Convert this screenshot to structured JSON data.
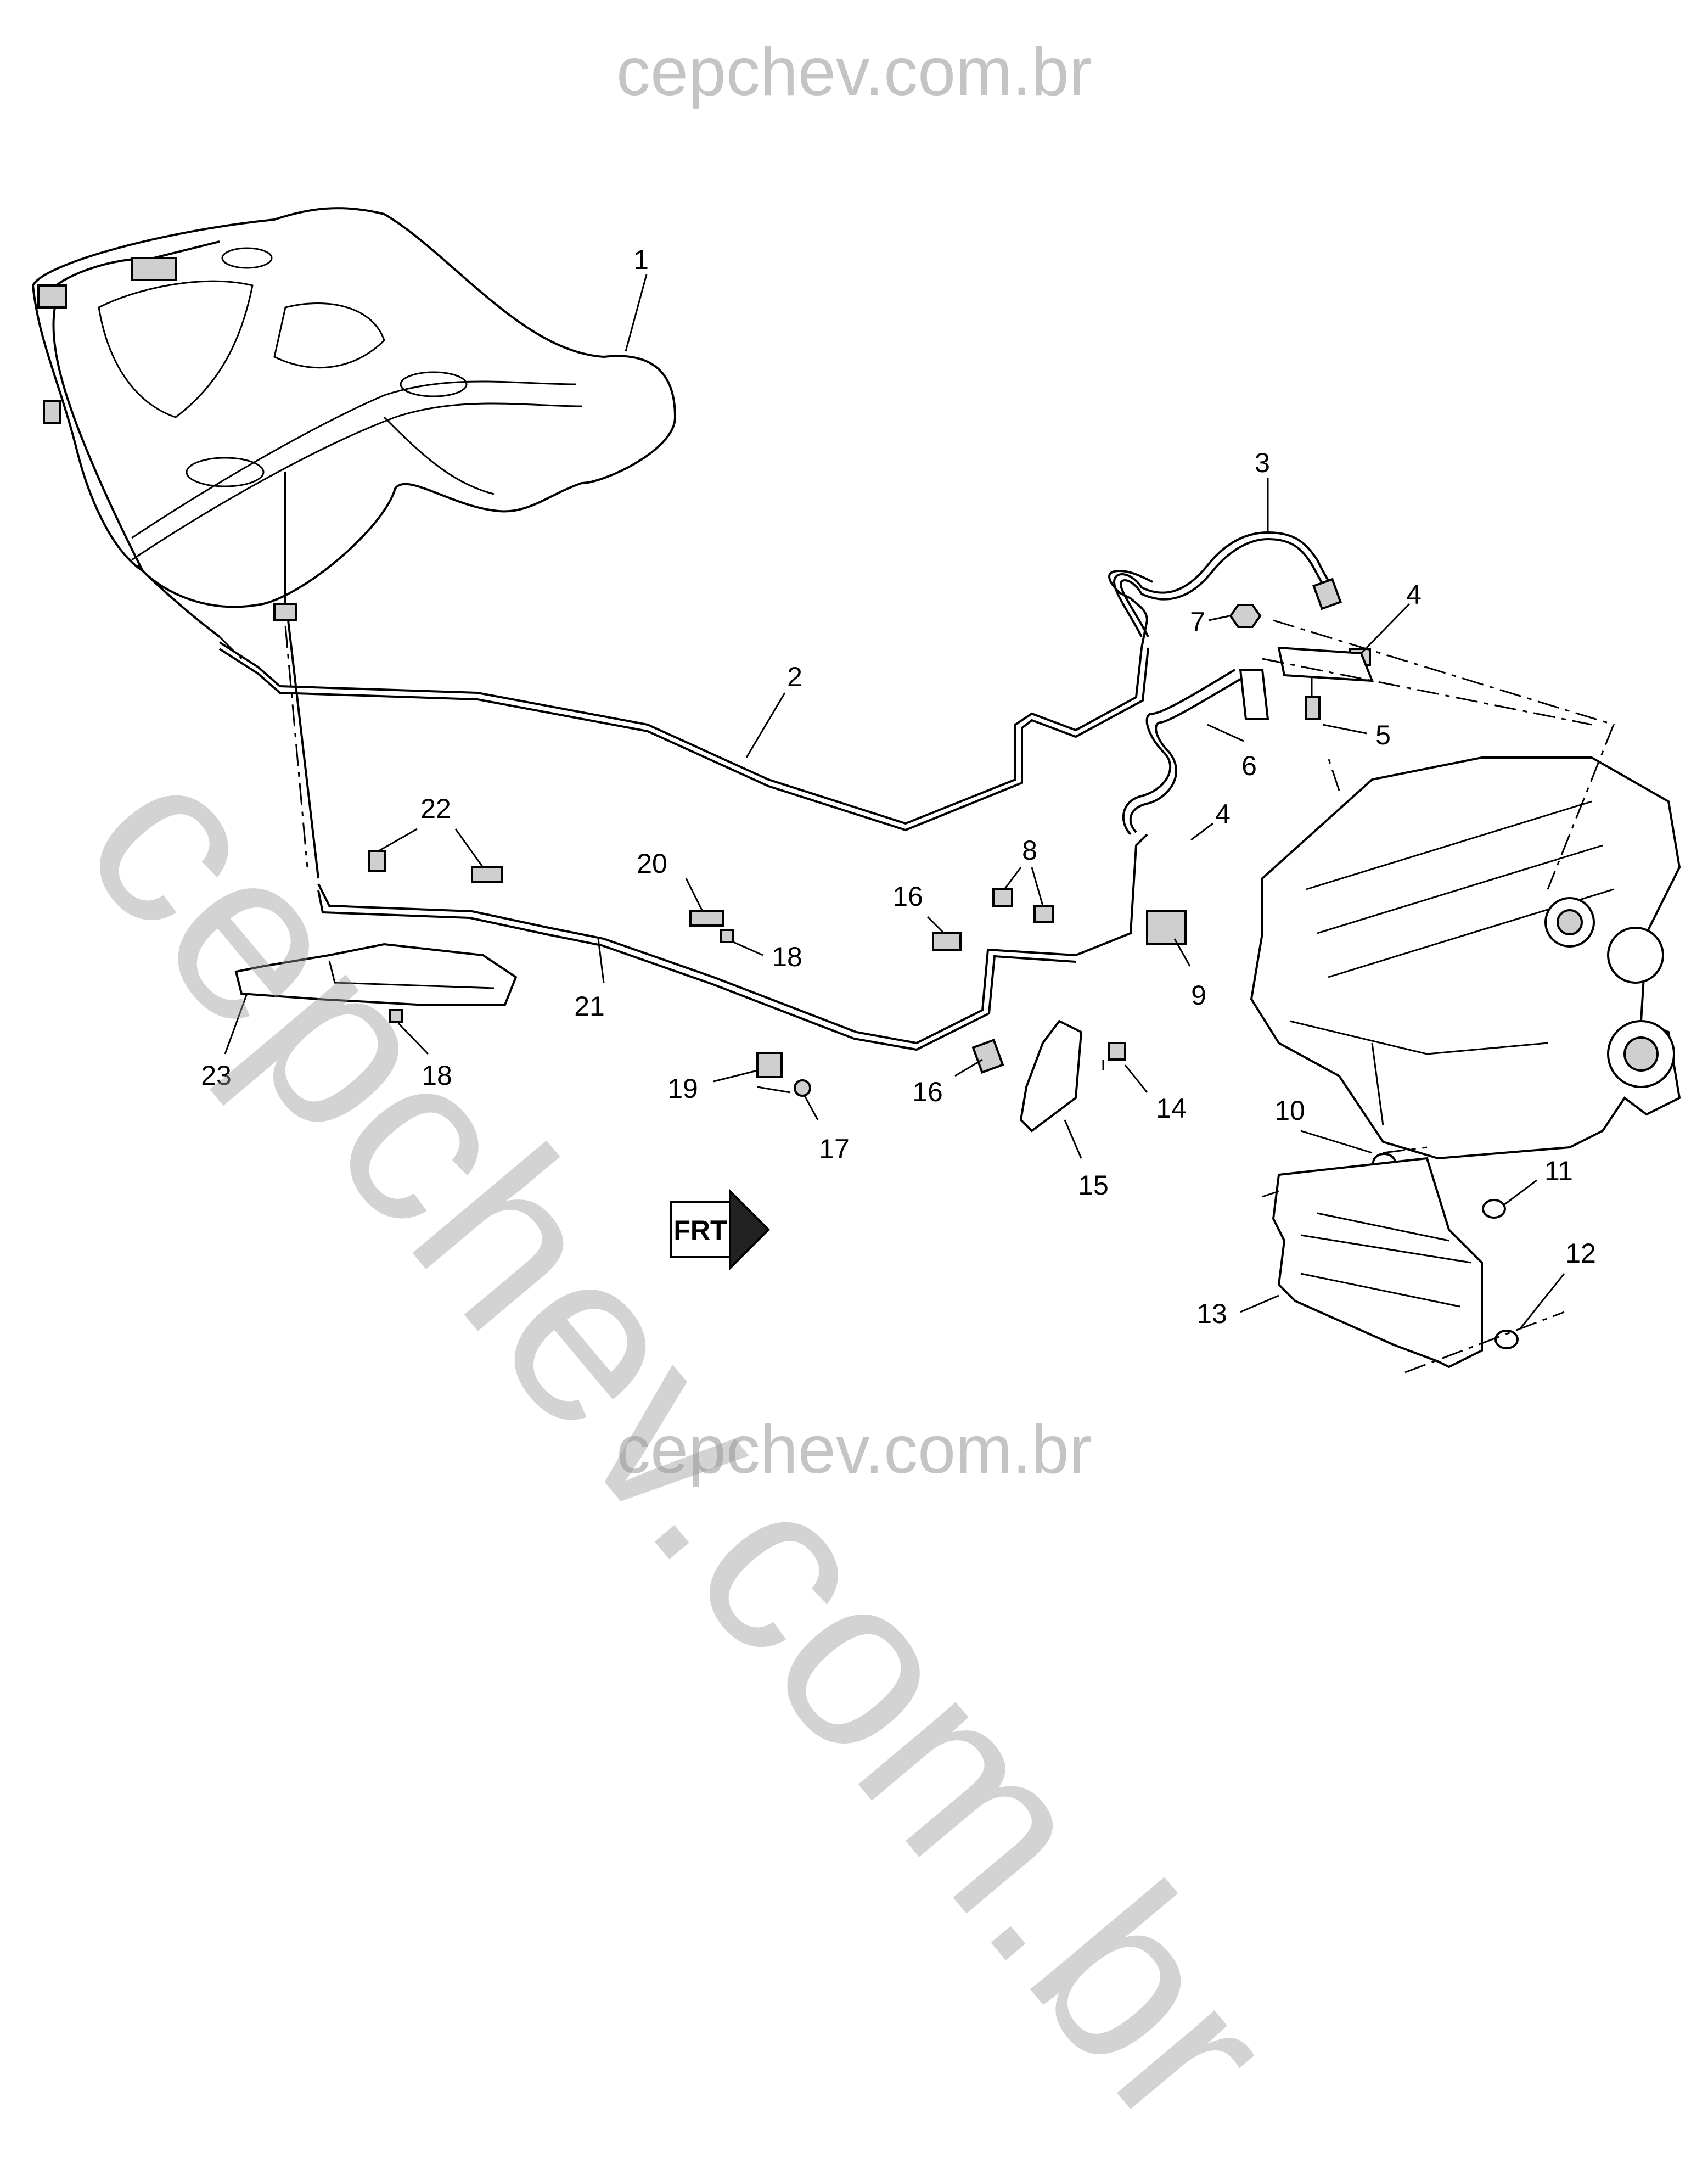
{
  "watermark": {
    "top": "cepchev.com.br",
    "bottom": "cepchev.com.br",
    "diagonal": "cepchev.com.br"
  },
  "callouts": [
    "1",
    "2",
    "3",
    "4",
    "4",
    "5",
    "6",
    "7",
    "8",
    "9",
    "10",
    "11",
    "12",
    "13",
    "14",
    "15",
    "16",
    "16",
    "17",
    "18",
    "18",
    "19",
    "20",
    "21",
    "22",
    "23"
  ],
  "direction_badge": "FRT"
}
